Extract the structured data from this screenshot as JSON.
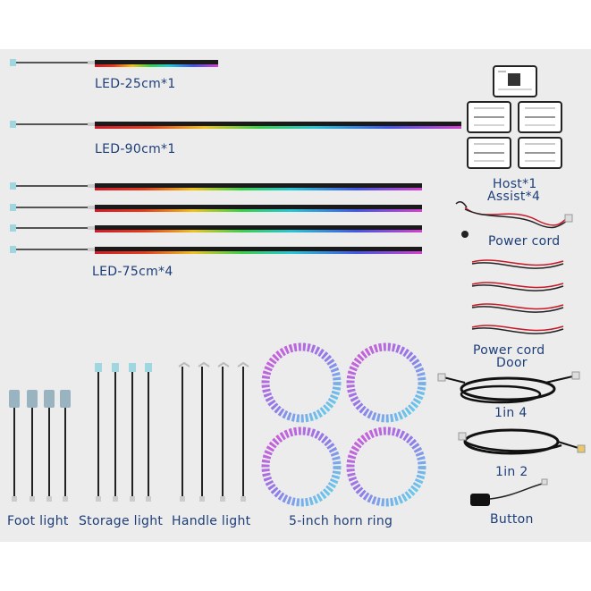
{
  "labels": {
    "led25": "LED-25cm*1",
    "led90": "LED-90cm*1",
    "led75": "LED-75cm*4",
    "host": "Host*1",
    "assist": "Assist*4",
    "power_cord": "Power cord",
    "power_cord_door_1": "Power cord",
    "power_cord_door_2": "Door",
    "one_in_four": "1in 4",
    "one_in_two": "1in 2",
    "button": "Button",
    "foot_light": "Foot light",
    "storage_light": "Storage light",
    "handle_light": "Handle light",
    "horn_ring": "5-inch horn ring"
  },
  "colors": {
    "label_text": "#1d3e78",
    "background": "#ececec",
    "strip_body": "#1a1a1a",
    "strip_edge": "#e0181f",
    "ring_cyan": "#5ee0ec",
    "ring_magenta": "#d65ad6"
  }
}
